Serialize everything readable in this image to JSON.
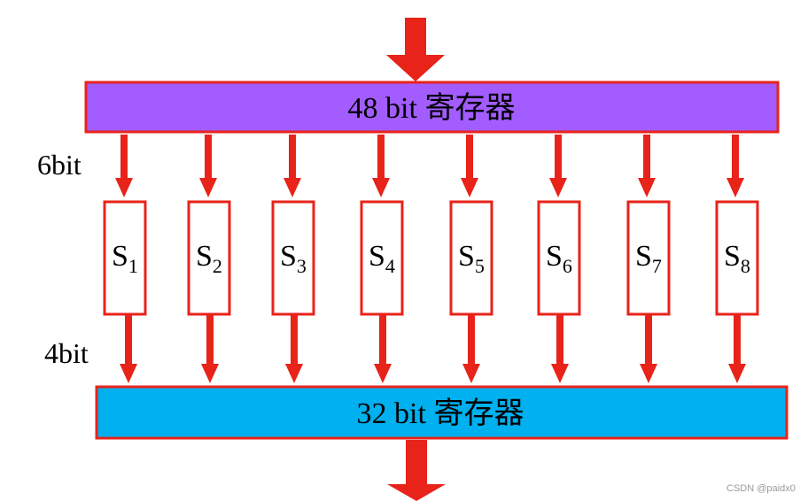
{
  "registers": {
    "top": {
      "label": "48 bit 寄存器",
      "fill": "#a25cff",
      "border": "#e8231a"
    },
    "bottom": {
      "label": "32 bit 寄存器",
      "fill": "#00b0ef",
      "border": "#e8231a"
    }
  },
  "input_width_label": "6bit",
  "output_width_label": "4bit",
  "sboxes": [
    {
      "letter": "S",
      "index": "1"
    },
    {
      "letter": "S",
      "index": "2"
    },
    {
      "letter": "S",
      "index": "3"
    },
    {
      "letter": "S",
      "index": "4"
    },
    {
      "letter": "S",
      "index": "5"
    },
    {
      "letter": "S",
      "index": "6"
    },
    {
      "letter": "S",
      "index": "7"
    },
    {
      "letter": "S",
      "index": "8"
    }
  ],
  "arrow_color": "#e8231a",
  "watermark": "CSDN @paidx0"
}
